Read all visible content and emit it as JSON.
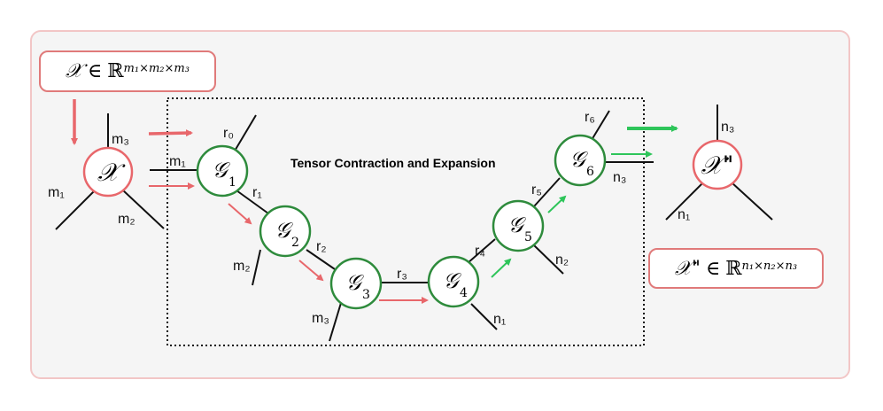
{
  "input_formula": {
    "symbol": "𝒳",
    "member": "∈",
    "field": "ℝ",
    "exponent": "m₁×m₂×m₃"
  },
  "output_formula": {
    "symbol": "𝒳\"",
    "member": "∈",
    "field": "ℝ",
    "exponent": "n₁×n₂×n₃"
  },
  "title": "Tensor Contraction and Expansion",
  "input_node": {
    "symbol": "𝒳",
    "legs": [
      "m₁",
      "m₂",
      "m₃"
    ]
  },
  "output_node": {
    "symbol": "𝒳\"",
    "legs": [
      "n₁",
      "n₃"
    ]
  },
  "cores": [
    {
      "symbol": "𝒢",
      "index": "1",
      "open_leg": "m₁"
    },
    {
      "symbol": "𝒢",
      "index": "2",
      "open_leg": "m₂"
    },
    {
      "symbol": "𝒢",
      "index": "3",
      "open_leg": "m₃"
    },
    {
      "symbol": "𝒢",
      "index": "4",
      "open_leg": "n₁"
    },
    {
      "symbol": "𝒢",
      "index": "5",
      "open_leg": "n₂"
    },
    {
      "symbol": "𝒢",
      "index": "6",
      "open_leg": "n₃"
    }
  ],
  "ranks": [
    "r₀",
    "r₁",
    "r₂",
    "r₃",
    "r₄",
    "r₅",
    "r₆"
  ],
  "colors": {
    "input_accent": "#e8676b",
    "output_accent": "#2ec55a",
    "core_stroke": "#2e8b3c",
    "frame_border": "#f2c6c6"
  }
}
